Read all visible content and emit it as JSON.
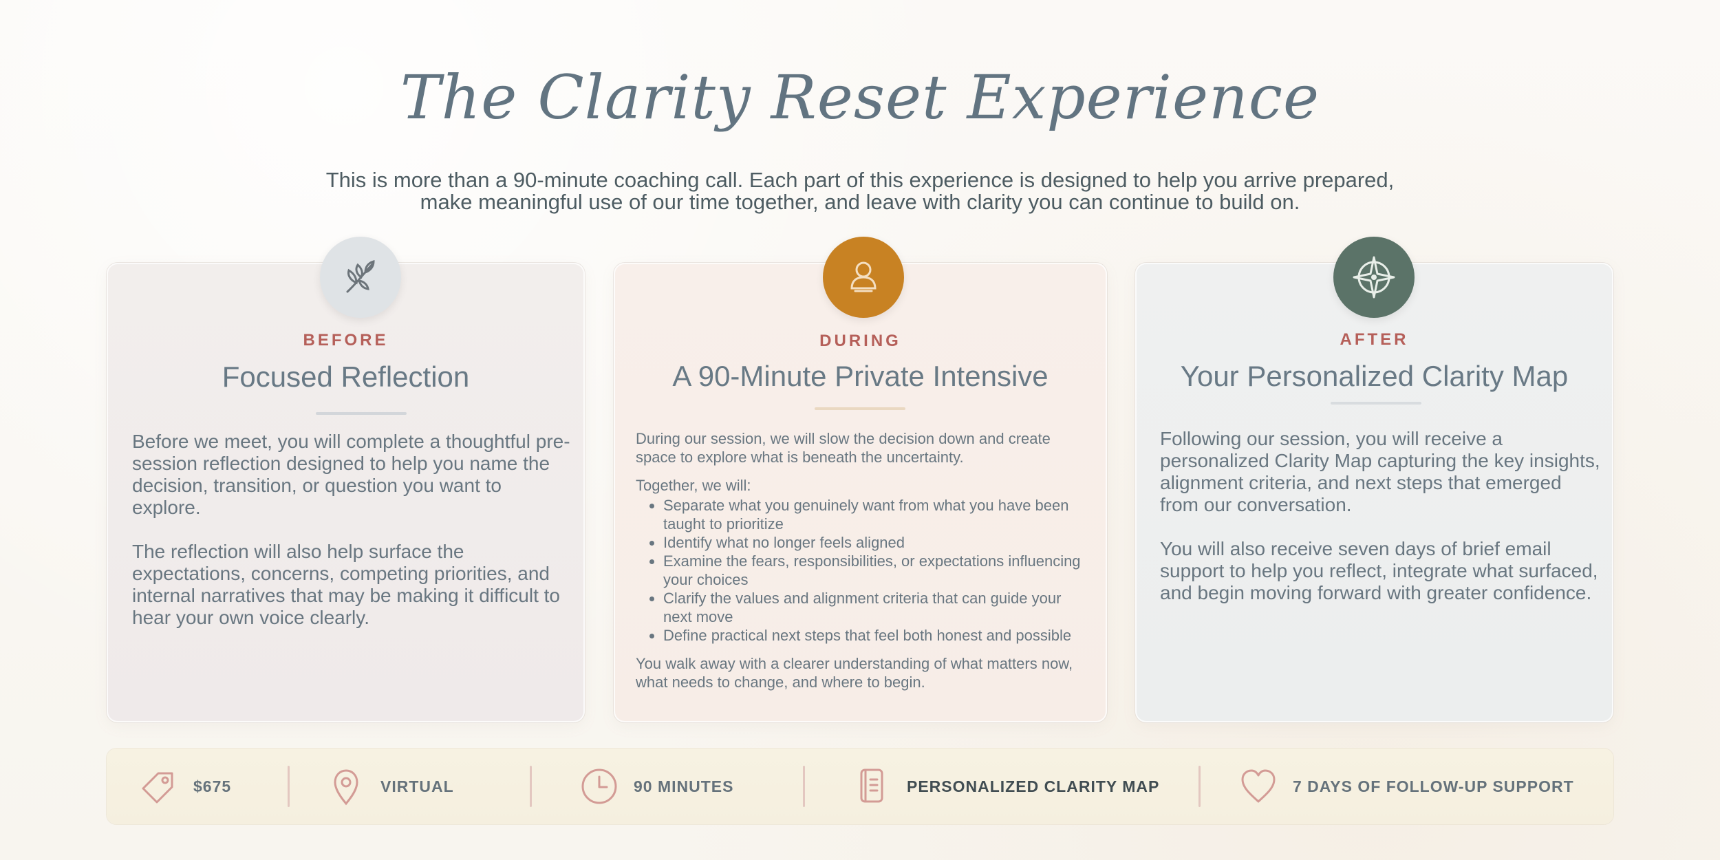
{
  "title": "The Clarity Reset Experience",
  "subtitle_lines": [
    "This is more than a 90-minute coaching call. Each part of this experience is designed to help you arrive prepared,",
    "make meaningful use of our time together, and leave with clarity you can continue to build on."
  ],
  "cards": {
    "before": {
      "icon": "leaf-icon",
      "label": "BEFORE",
      "heading": "Focused Reflection",
      "paragraphs": [
        "Before we meet, you will complete a thoughtful pre-session reflection designed to help you name the decision, transition, or question you want to explore.",
        "The reflection will also help surface the expectations, concerns, competing priorities, and internal narratives that may be making it difficult to hear your own voice clearly."
      ]
    },
    "during": {
      "icon": "person-icon",
      "label": "DURING",
      "heading": "A 90-Minute Private Intensive",
      "intro": "During our session, we will slow the decision down and create space to explore what is beneath the uncertainty.",
      "lead": "Together, we will:",
      "bullets": [
        "Separate what you genuinely want from what you have been taught to prioritize",
        "Identify what no longer feels aligned",
        "Examine the fears, responsibilities, or expectations influencing your choices",
        "Clarify the values and alignment criteria that can guide your next move",
        "Define practical next steps that feel both honest and possible"
      ],
      "closing": "You walk away with a clearer understanding of what matters now, what needs to change, and where to begin."
    },
    "after": {
      "icon": "compass-icon",
      "label": "AFTER",
      "heading": "Your Personalized Clarity Map",
      "paragraphs": [
        "Following our session, you will receive a personalized Clarity Map capturing the key insights, alignment criteria, and next steps that emerged from our conversation.",
        "You will also receive seven days of brief email support to help you reflect, integrate what surfaced, and begin moving forward with greater confidence."
      ]
    }
  },
  "footer": [
    {
      "icon": "price-tag-icon",
      "text": "$675"
    },
    {
      "icon": "location-pin-icon",
      "text": "VIRTUAL"
    },
    {
      "icon": "clock-icon",
      "text": "90 MINUTES"
    },
    {
      "icon": "document-icon",
      "text": "PERSONALIZED CLARITY MAP"
    },
    {
      "icon": "heart-icon",
      "text": "7 DAYS OF FOLLOW-UP SUPPORT"
    }
  ],
  "colors": {
    "accent_rose": "#b55f59",
    "before_badge": "#dfe3e6",
    "during_badge": "#c88223",
    "after_badge": "#5b7368"
  }
}
